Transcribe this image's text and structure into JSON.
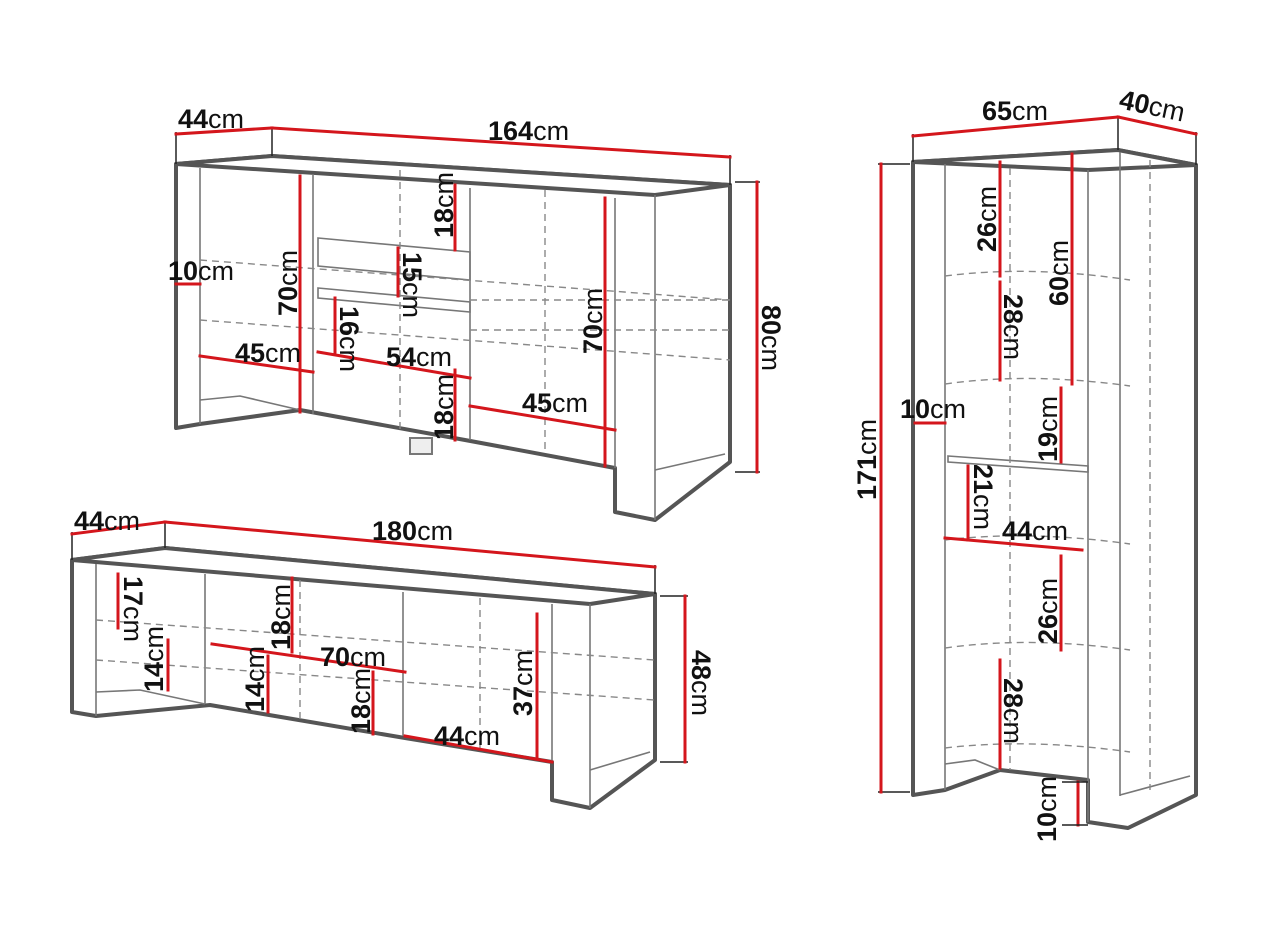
{
  "unit": "cm",
  "sideboard": {
    "depth": "44",
    "width": "164",
    "height": "80",
    "door_height_left": "70",
    "door_height_right": "70",
    "shelf_left": "45",
    "shelf_right": "45",
    "drawer_top": "18",
    "drawer_mid": "15",
    "drawer_gap": "16",
    "drawer_width": "54",
    "drawer_bottom": "18",
    "leg": "10"
  },
  "tv_stand": {
    "depth": "44",
    "width": "180",
    "height": "48",
    "left_top": "17",
    "left_bottom": "14",
    "drawer_top": "18",
    "drawer_left": "14",
    "drawer_width": "70",
    "drawer_mid": "18",
    "compartment_height": "37",
    "compartment_width": "44"
  },
  "cabinet": {
    "width": "65",
    "depth": "40",
    "height": "171",
    "shelf_1": "26",
    "upper_section": "60",
    "shelf_2": "28",
    "side_offset": "10",
    "shelf_3": "19",
    "shelf_4": "21",
    "shelf_width": "44",
    "shelf_5": "26",
    "shelf_6": "28",
    "leg": "10"
  }
}
